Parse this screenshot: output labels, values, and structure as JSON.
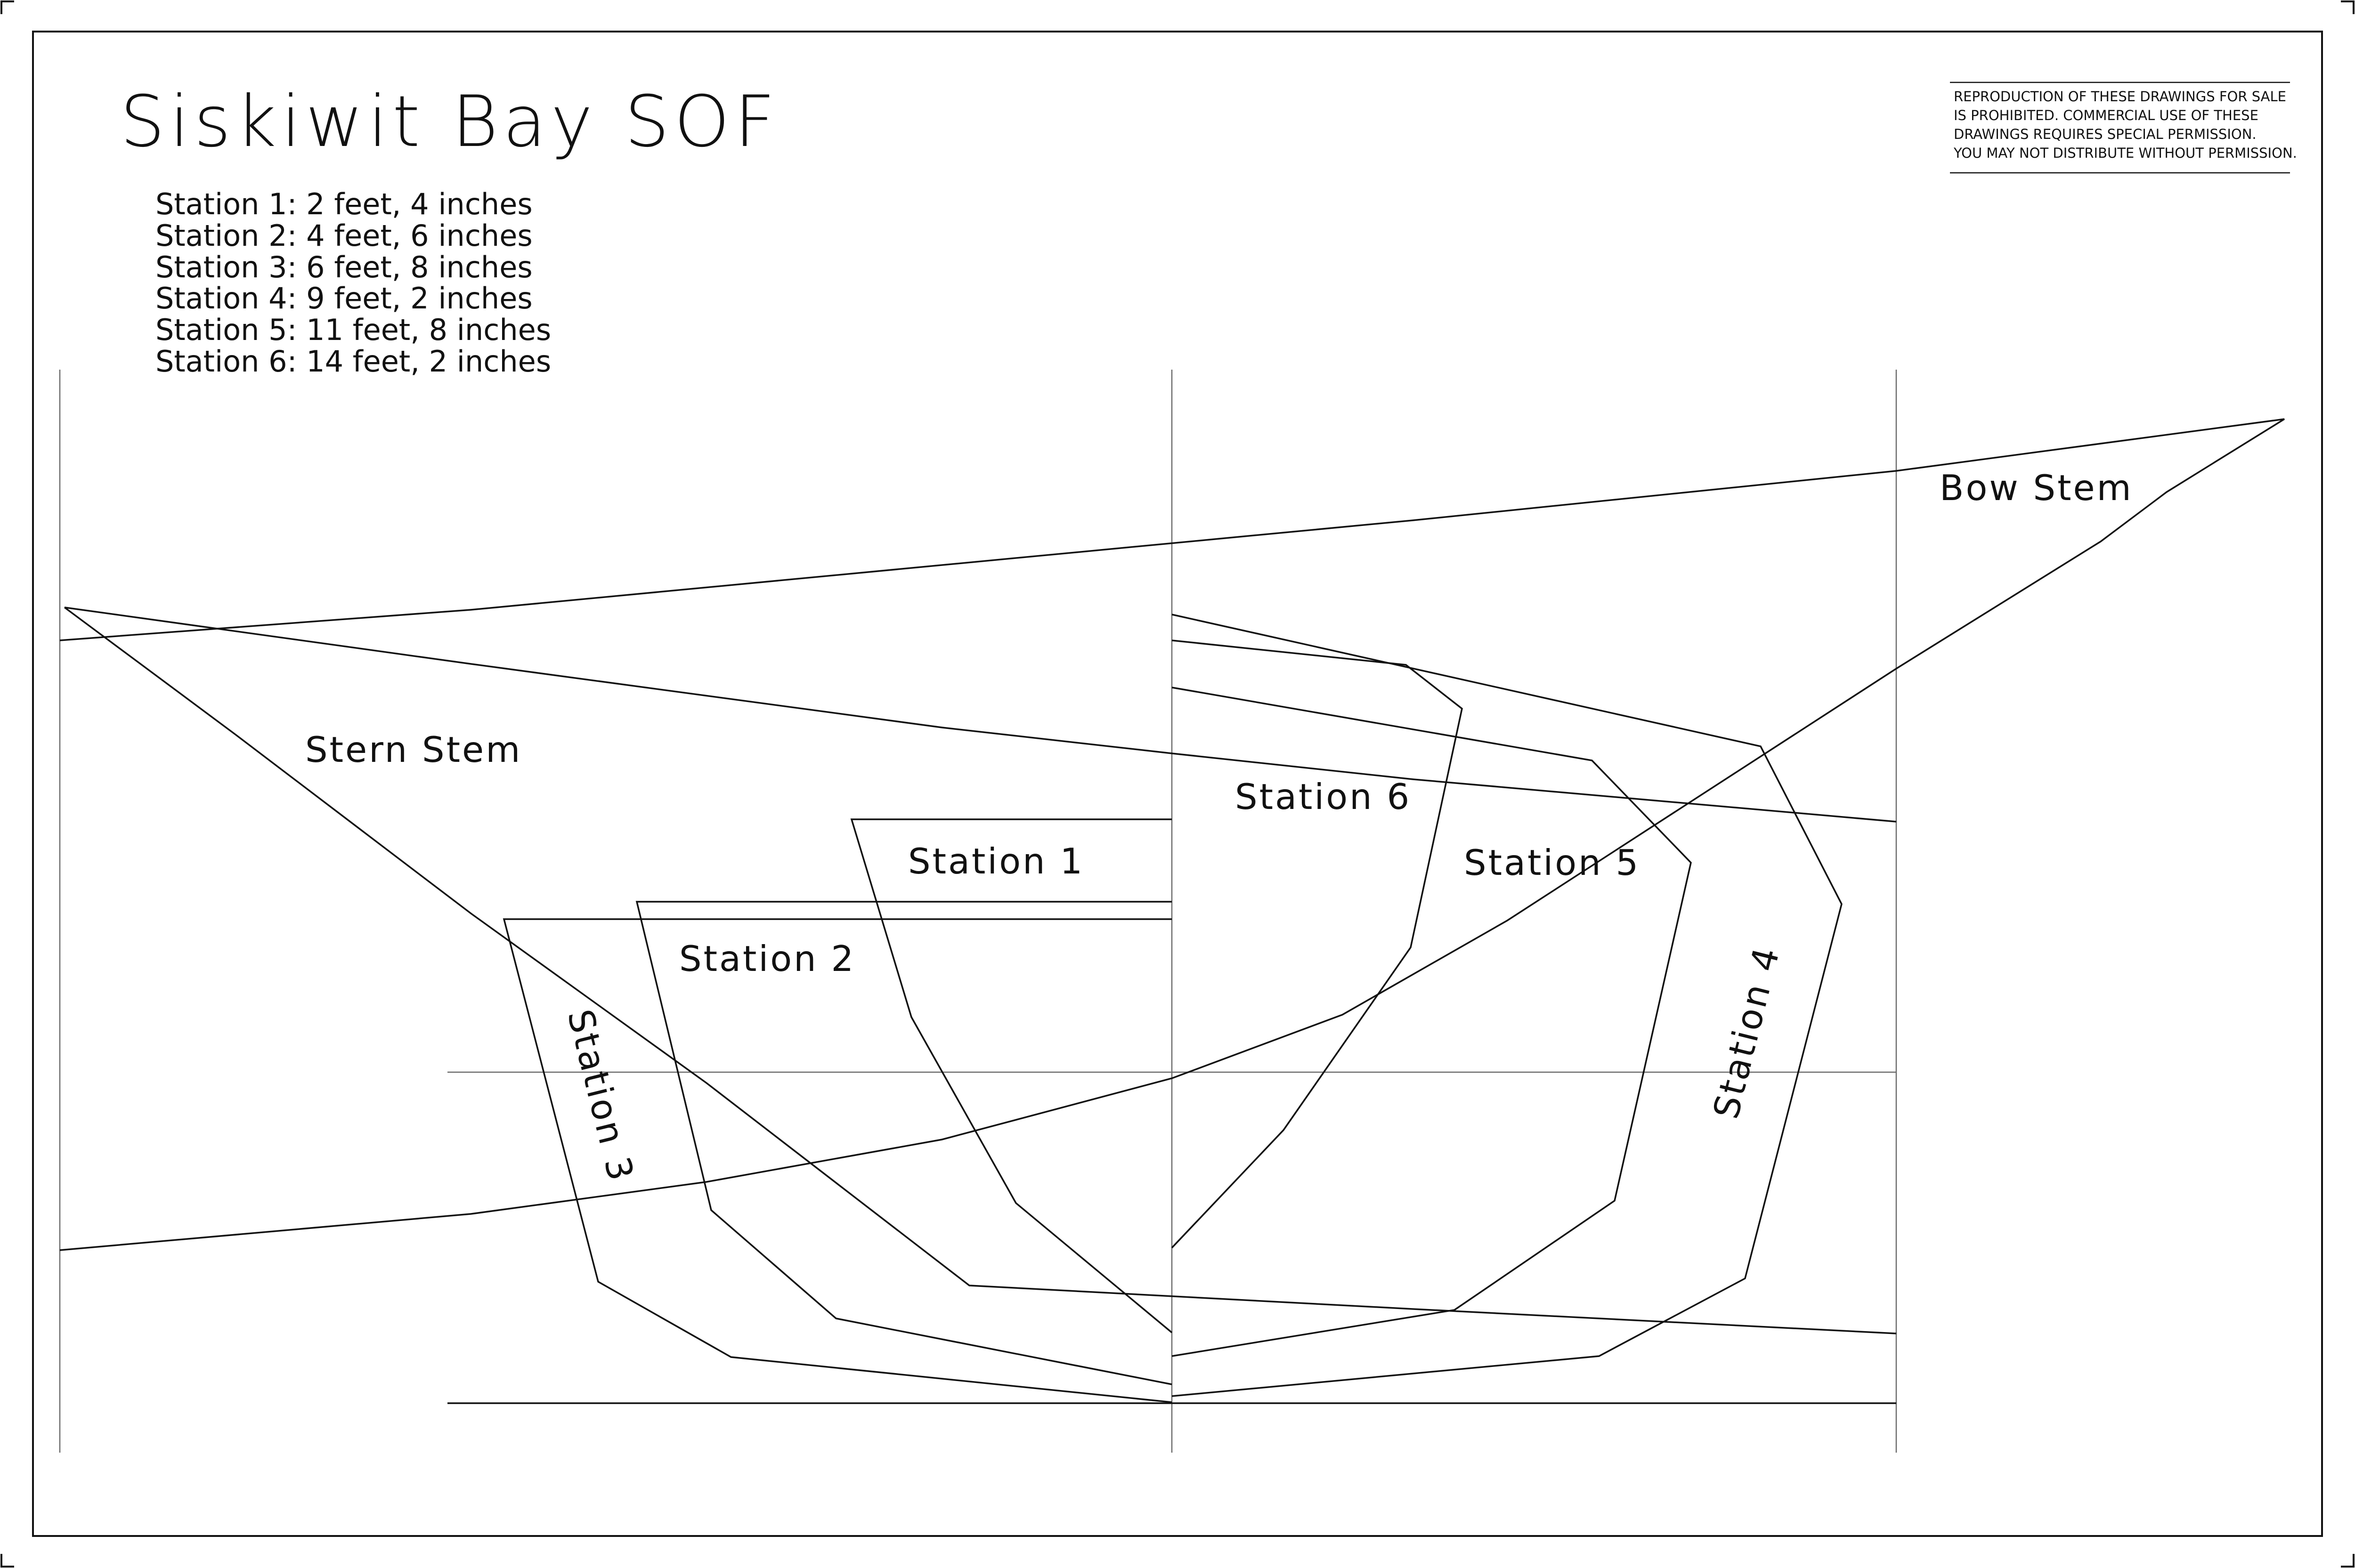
{
  "title": "Siskiwit Bay SOF",
  "stations": [
    "Station 1: 2 feet, 4 inches",
    "Station 2: 4 feet, 6 inches",
    "Station 3: 6 feet, 8 inches",
    "Station 4: 9 feet, 2 inches",
    "Station 5: 11 feet, 8 inches",
    "Station 6: 14 feet, 2 inches"
  ],
  "notice": [
    "REPRODUCTION OF THESE DRAWINGS FOR SALE",
    "IS PROHIBITED. COMMERCIAL USE OF THESE",
    "DRAWINGS REQUIRES SPECIAL PERMISSION.",
    "YOU MAY NOT DISTRIBUTE WITHOUT PERMISSION."
  ],
  "labels": {
    "bow_stem": "Bow Stem",
    "stern_stem": "Stern Stem",
    "station_1": "Station 1",
    "station_2": "Station 2",
    "station_3": "Station 3",
    "station_4": "Station 4",
    "station_5": "Station 5",
    "station_6": "Station 6"
  }
}
